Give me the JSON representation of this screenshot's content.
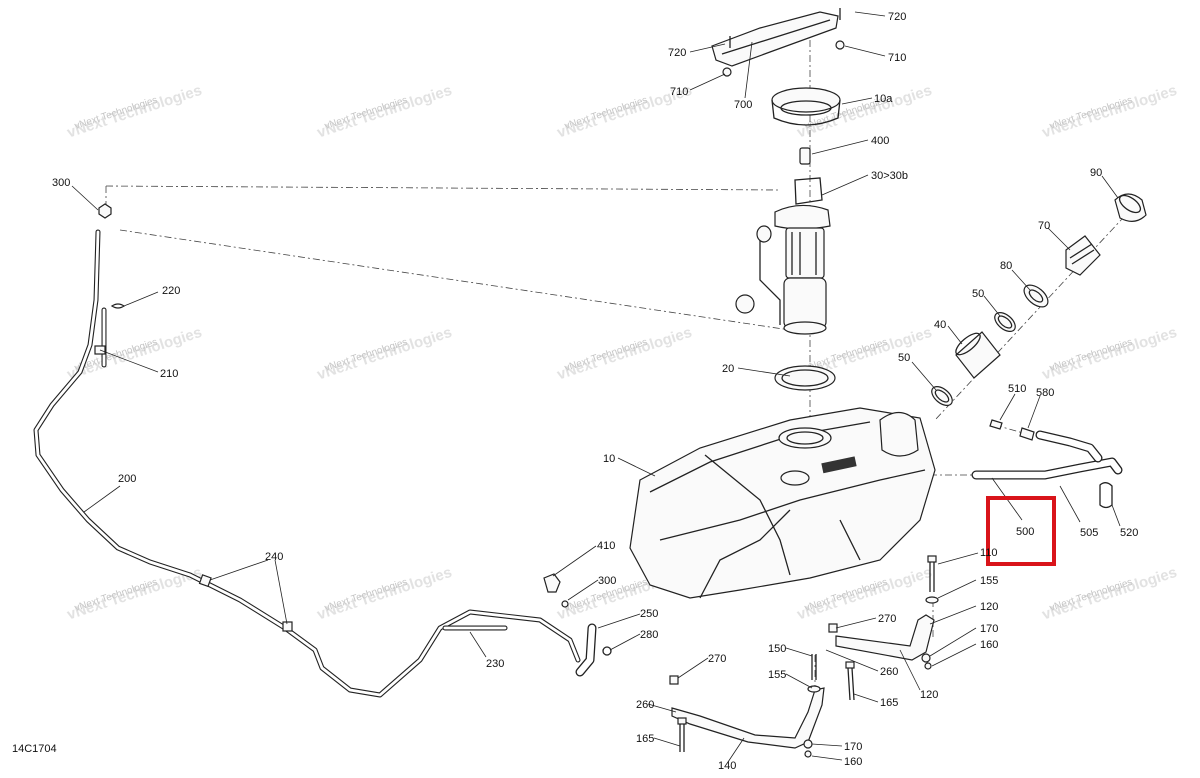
{
  "diagram_code": "14C1704",
  "watermark": {
    "line1": "vNext",
    "line2": "Technologies"
  },
  "callouts": [
    {
      "id": "c720a",
      "text": "720"
    },
    {
      "id": "c720b",
      "text": "720"
    },
    {
      "id": "c710a",
      "text": "710"
    },
    {
      "id": "c710b",
      "text": "710"
    },
    {
      "id": "c700",
      "text": "700"
    },
    {
      "id": "c10a",
      "text": "10a"
    },
    {
      "id": "c400",
      "text": "400"
    },
    {
      "id": "c30",
      "text": "30>30b"
    },
    {
      "id": "c300a",
      "text": "300"
    },
    {
      "id": "c220",
      "text": "220"
    },
    {
      "id": "c210",
      "text": "210"
    },
    {
      "id": "c90",
      "text": "90"
    },
    {
      "id": "c70",
      "text": "70"
    },
    {
      "id": "c80",
      "text": "80"
    },
    {
      "id": "c50a",
      "text": "50"
    },
    {
      "id": "c40",
      "text": "40"
    },
    {
      "id": "c50b",
      "text": "50"
    },
    {
      "id": "c20",
      "text": "20"
    },
    {
      "id": "c510",
      "text": "510"
    },
    {
      "id": "c580",
      "text": "580"
    },
    {
      "id": "c10",
      "text": "10"
    },
    {
      "id": "c200",
      "text": "200"
    },
    {
      "id": "c500",
      "text": "500"
    },
    {
      "id": "c505",
      "text": "505"
    },
    {
      "id": "c520",
      "text": "520"
    },
    {
      "id": "c410",
      "text": "410"
    },
    {
      "id": "c110",
      "text": "110"
    },
    {
      "id": "c240",
      "text": "240"
    },
    {
      "id": "c300b",
      "text": "300"
    },
    {
      "id": "c155a",
      "text": "155"
    },
    {
      "id": "c250",
      "text": "250"
    },
    {
      "id": "c120a",
      "text": "120"
    },
    {
      "id": "c270a",
      "text": "270"
    },
    {
      "id": "c280",
      "text": "280"
    },
    {
      "id": "c170a",
      "text": "170"
    },
    {
      "id": "c160a",
      "text": "160"
    },
    {
      "id": "c150",
      "text": "150"
    },
    {
      "id": "c230",
      "text": "230"
    },
    {
      "id": "c270b",
      "text": "270"
    },
    {
      "id": "c260a",
      "text": "260"
    },
    {
      "id": "c155b",
      "text": "155"
    },
    {
      "id": "c120b",
      "text": "120"
    },
    {
      "id": "c165a",
      "text": "165"
    },
    {
      "id": "c260b",
      "text": "260"
    },
    {
      "id": "c165b",
      "text": "165"
    },
    {
      "id": "c170b",
      "text": "170"
    },
    {
      "id": "c160b",
      "text": "160"
    },
    {
      "id": "c140",
      "text": "140"
    }
  ],
  "highlight": {
    "color": "#d9141a",
    "part": "500"
  },
  "colors": {
    "line": "#222222",
    "watermark": "#c6c6c6",
    "background": "#ffffff"
  }
}
